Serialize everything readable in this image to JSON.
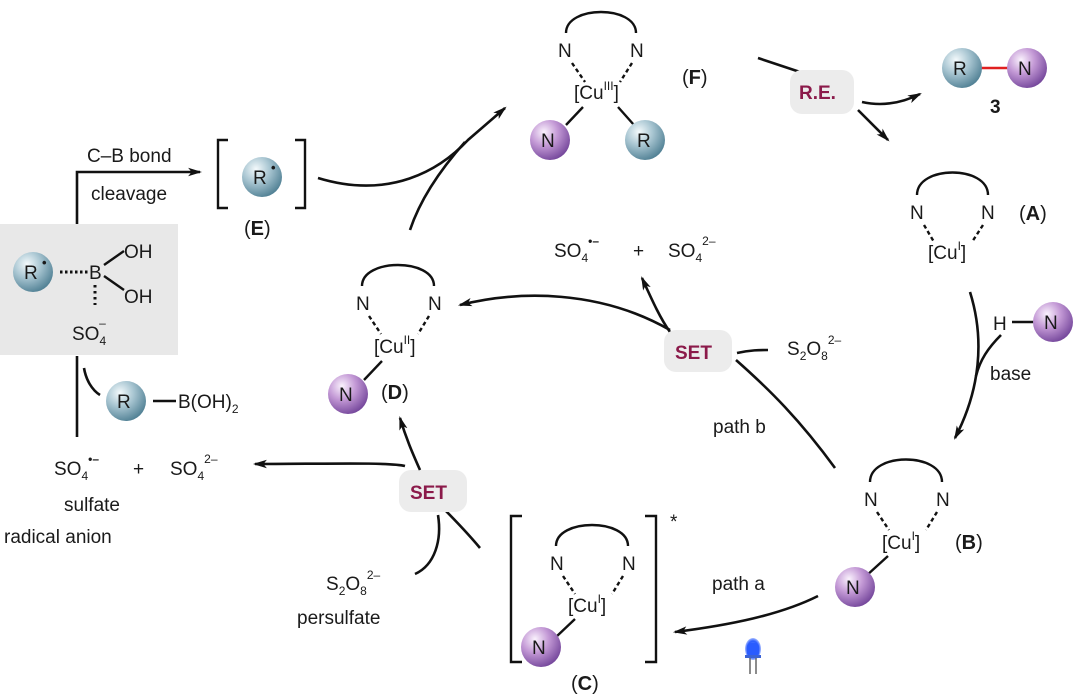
{
  "diagram": {
    "type": "catalytic-cycle",
    "description": "Photo-induced copper-catalyzed C-N coupling of boronic acids with persulfate",
    "colors": {
      "r_ball": "#8fb3c2",
      "n_ball": "#a67bbd",
      "badge_bg": "#ececec",
      "badge_text": "#8b1a4a",
      "product_bond": "#e02020",
      "intermediate_box_bg": "#e8e8e8",
      "led_blue": "#2a5cff"
    },
    "ligand": {
      "n_left": "N",
      "n_right": "N"
    },
    "species": {
      "A": {
        "label": "(A)",
        "letter": "A",
        "metal": "[Cu",
        "oxidation": "I",
        "close": "]"
      },
      "B": {
        "label": "(B)",
        "letter": "B",
        "metal": "[Cu",
        "oxidation": "I",
        "close": "]",
        "ligand_ball": "N"
      },
      "C": {
        "label": "(C)",
        "letter": "C",
        "metal": "[Cu",
        "oxidation": "I",
        "close": "]",
        "ligand_ball": "N",
        "excited_mark": "*"
      },
      "D": {
        "label": "(D)",
        "letter": "D",
        "metal": "[Cu",
        "oxidation": "II",
        "close": "]",
        "ligand_ball": "N"
      },
      "E": {
        "label": "(E)",
        "letter": "E",
        "ball": "R",
        "radical_dot": "•"
      },
      "F": {
        "label": "(F)",
        "letter": "F",
        "metal": "[Cu",
        "oxidation": "III",
        "close": "]",
        "ligand_ball": "N",
        "r_ball": "R"
      }
    },
    "product": {
      "r_ball": "R",
      "n_ball": "N",
      "number": "3"
    },
    "steps": {
      "reductive_elimination": "R.E.",
      "set_top": "SET",
      "set_bottom": "SET",
      "path_a": "path a",
      "path_b": "path b",
      "base": "base",
      "cb_cleavage_line1": "C–B bond",
      "cb_cleavage_line2": "cleavage"
    },
    "reagents": {
      "amine": {
        "h": "H",
        "n_ball": "N"
      },
      "persulfate_top": {
        "formula_main": "S",
        "sub1": "2",
        "mid": "O",
        "sub2": "8",
        "charge": "2–"
      },
      "persulfate_bottom": {
        "formula_main": "S",
        "sub1": "2",
        "mid": "O",
        "sub2": "8",
        "charge": "2–",
        "name": "persulfate"
      },
      "sulfate_top": {
        "radical": "SO",
        "radical_sub": "4",
        "radical_charge": "•–",
        "plus": "+",
        "dianion": "SO",
        "dianion_sub": "4",
        "dianion_charge": "2–"
      },
      "sulfate_left": {
        "radical": "SO",
        "radical_sub": "4",
        "radical_charge": "•–",
        "plus": "+",
        "dianion": "SO",
        "dianion_sub": "4",
        "dianion_charge": "2–",
        "name_line1": "sulfate",
        "name_line2": "radical anion"
      },
      "boronic_acid": {
        "r_ball": "R",
        "group": "B(OH)",
        "sub": "2"
      },
      "boronate_complex": {
        "r_ball": "R",
        "radical_dot": "•",
        "boron": "B",
        "oh1": "OH",
        "oh2": "OH",
        "anion": "SO",
        "anion_sub": "4",
        "anion_charge": "–"
      }
    }
  }
}
